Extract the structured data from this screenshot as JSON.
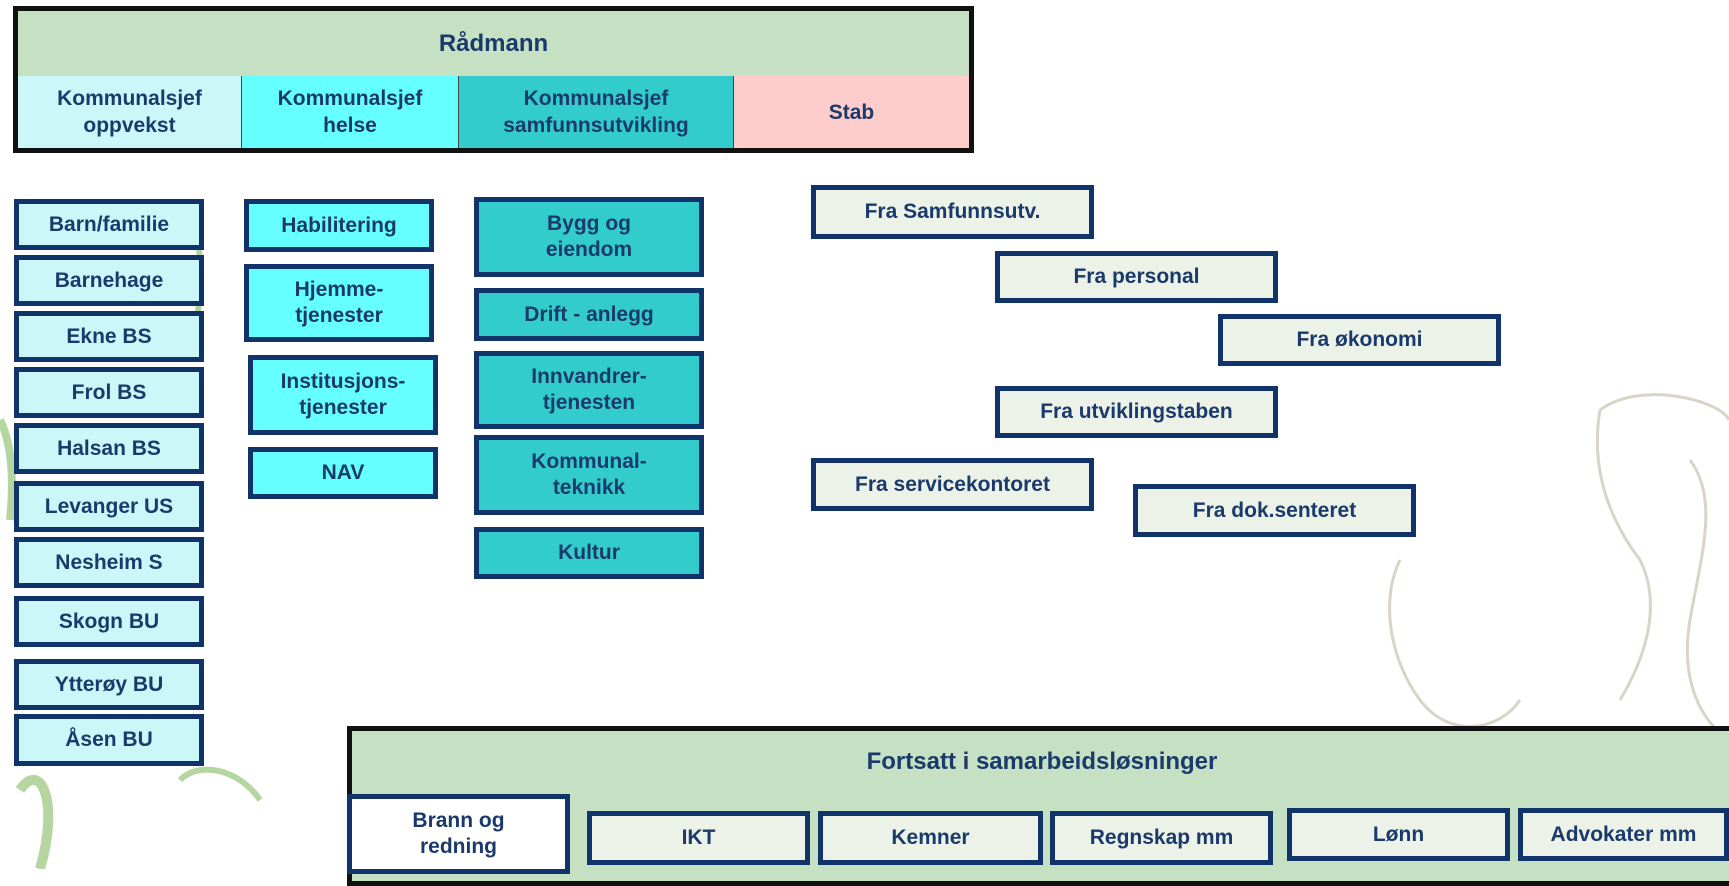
{
  "top": {
    "title": "Rådmann",
    "columns": [
      "Kommunalsjef\noppvekst",
      "Kommunalsjef\nhelse",
      "Kommunalsjef\nsamfunnsutvikling",
      "Stab"
    ]
  },
  "oppvekst_units": [
    "Barn/familie",
    "Barnehage",
    "Ekne BS",
    "Frol BS",
    "Halsan BS",
    "Levanger US",
    "Nesheim S",
    "Skogn BU",
    "Ytterøy BU",
    "Åsen BU"
  ],
  "helse_units": [
    "Habilitering",
    "Hjemme-\ntjenester",
    "Institusjons-\ntjenester",
    "NAV"
  ],
  "samf_units": [
    "Bygg og\neiendom",
    "Drift - anlegg",
    "Innvandrer-\ntjenesten",
    "Kommunal-\nteknikk",
    "Kultur"
  ],
  "stab_units": [
    "Fra Samfunnsutv.",
    "Fra personal",
    "Fra økonomi",
    "Fra utviklingstaben",
    "Fra servicekontoret",
    "Fra dok.senteret"
  ],
  "bottom": {
    "title": "Fortsatt i samarbeidsløsninger",
    "items": [
      "Brann og\nredning",
      "IKT",
      "Kemner",
      "Regnskap mm",
      "Lønn",
      "Advokater mm"
    ]
  },
  "colors": {
    "oppvekst": "#ccf7f9",
    "helse": "#66ffff",
    "samfunnsutvikling": "#33cccc",
    "stab": "#ffcccc",
    "header": "#c6e0c3",
    "border": "#10336a"
  }
}
